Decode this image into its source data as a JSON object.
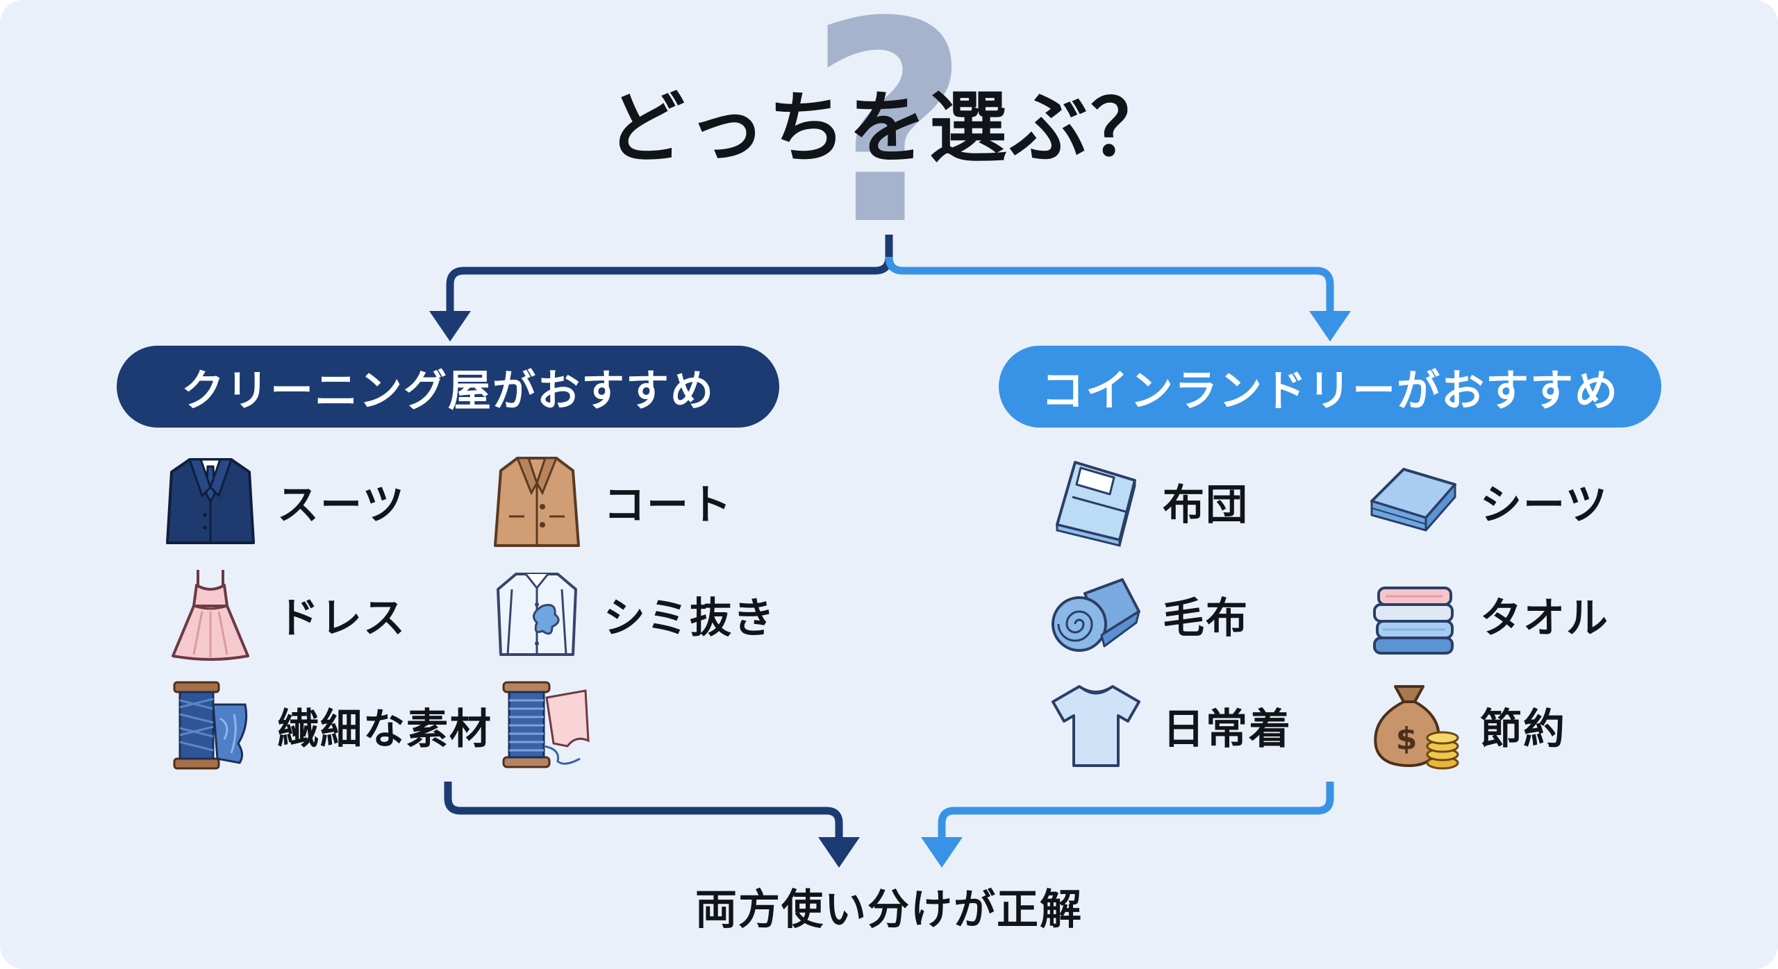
{
  "title": "どっちを選ぶ？",
  "decoration": {
    "question_mark_glyph": "?",
    "question_mark_color": "#a6b3cd"
  },
  "colors": {
    "background": "#eaf0f9",
    "left_accent": "#1c3b72",
    "right_accent": "#3893e6",
    "text": "#111418"
  },
  "left": {
    "heading": "クリーニング屋がおすすめ",
    "items": [
      {
        "label": "スーツ",
        "icon": "suit-icon"
      },
      {
        "label": "コート",
        "icon": "coat-icon"
      },
      {
        "label": "ドレス",
        "icon": "dress-icon"
      },
      {
        "label": "シミ抜き",
        "icon": "stained-shirt-icon"
      },
      {
        "label": "繊細な素材",
        "icon": "thread-spool-icon"
      }
    ]
  },
  "right": {
    "heading": "コインランドリーがおすすめ",
    "items": [
      {
        "label": "布団",
        "icon": "futon-icon"
      },
      {
        "label": "シーツ",
        "icon": "folded-sheet-icon"
      },
      {
        "label": "毛布",
        "icon": "rolled-blanket-icon"
      },
      {
        "label": "タオル",
        "icon": "towel-stack-icon"
      },
      {
        "label": "日常着",
        "icon": "tshirt-icon"
      },
      {
        "label": "節約",
        "icon": "money-bag-icon"
      }
    ]
  },
  "conclusion": "両方使い分けが正解"
}
